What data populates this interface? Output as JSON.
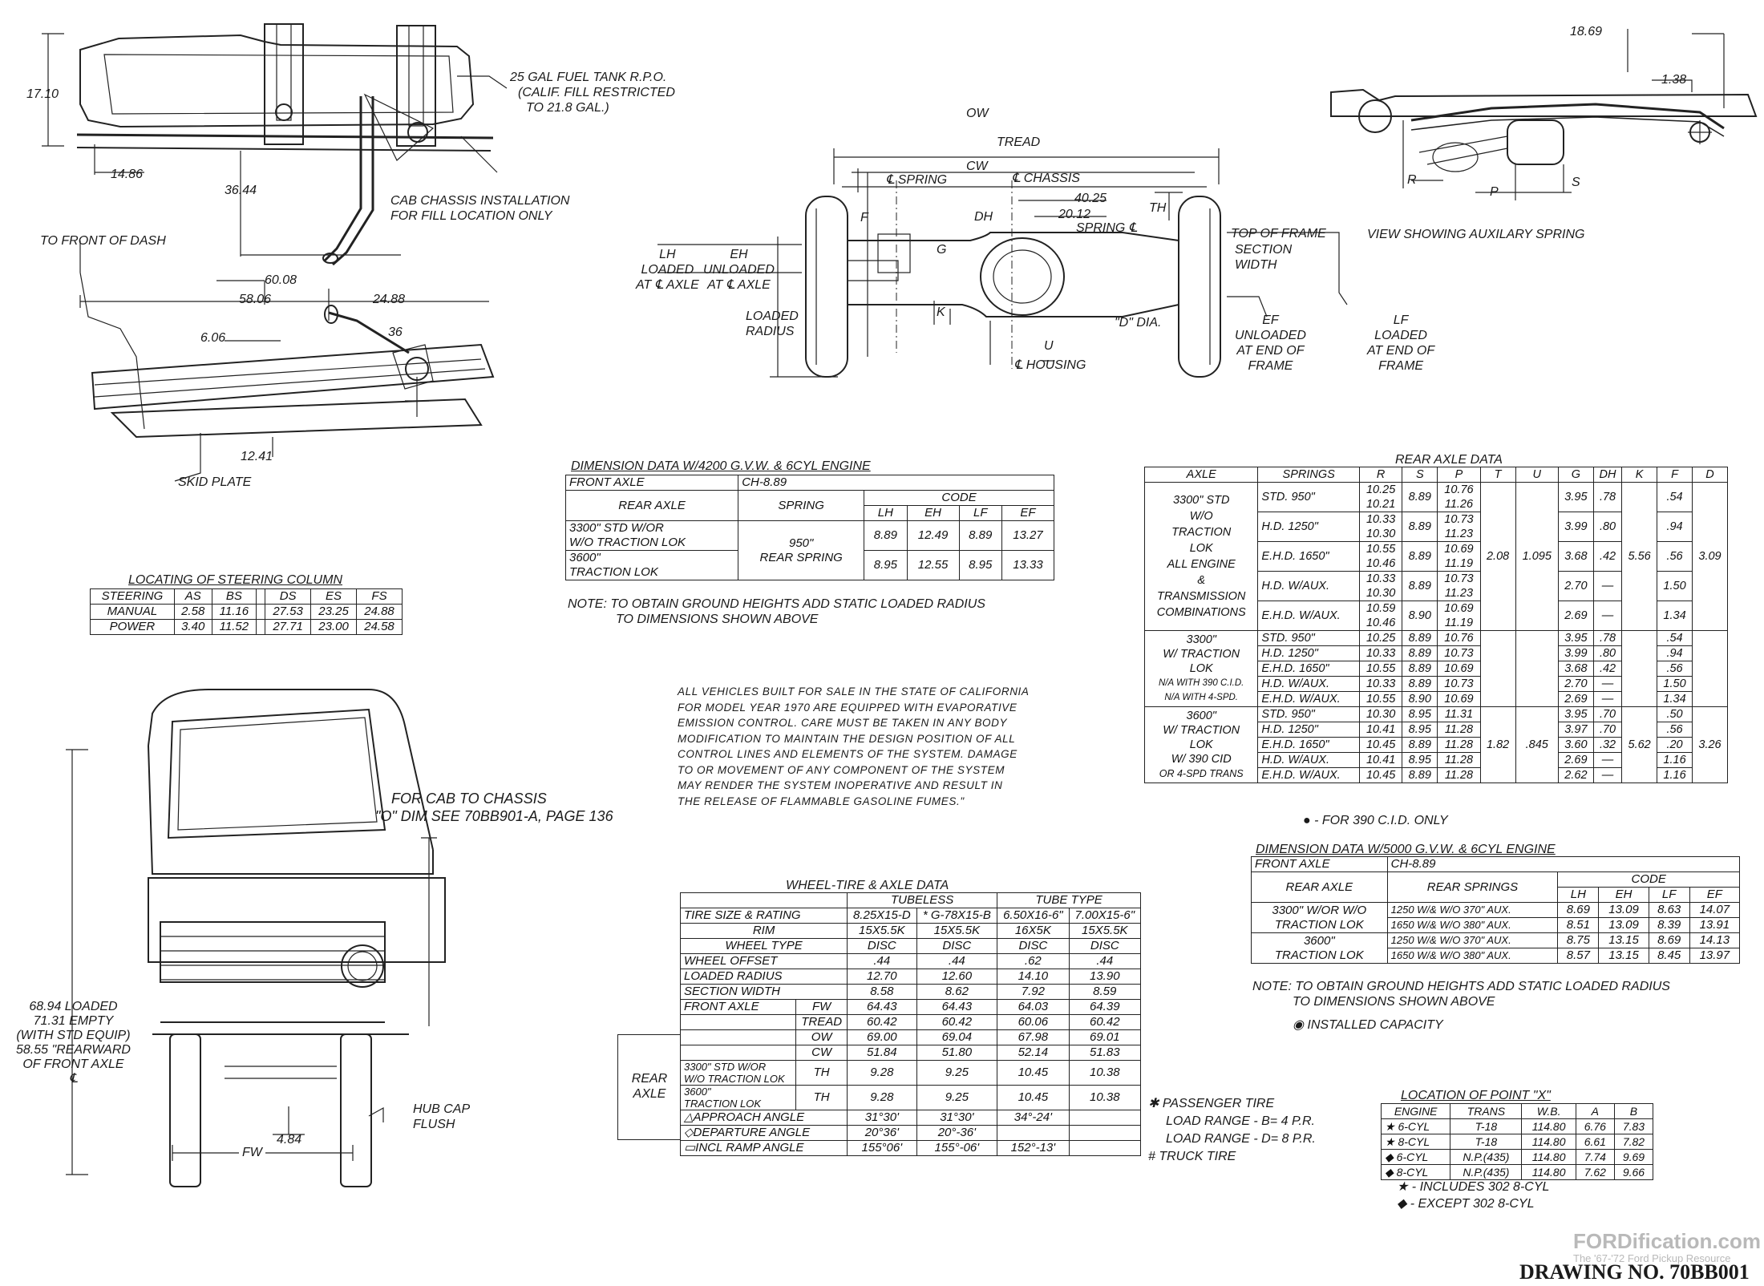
{
  "top_left": {
    "dim_1710": "17.10",
    "dim_1486": "14.86",
    "dim_3644": "36.44",
    "fuel_tank_note": [
      "25 GAL FUEL TANK R.P.O.",
      "(CALIF. FILL RESTRICTED",
      "TO 21.8 GAL.)"
    ],
    "cab_chassis_note": [
      "CAB CHASSIS INSTALLATION",
      "FOR FILL LOCATION ONLY"
    ],
    "front_of_dash": "TO FRONT OF DASH",
    "dim_6008": "60.08",
    "dim_5806": "58.06",
    "dim_2488": "24.88",
    "dim_606": "6.06",
    "dim_36": "36",
    "dim_1241": "12.41",
    "skid_plate": "SKID PLATE"
  },
  "rear_axle_view": {
    "ow": "OW",
    "tread": "TREAD",
    "cw": "CW",
    "spring_cl": "℄ SPRING",
    "chassis_cl": "℄ CHASSIS",
    "dh": "DH",
    "th": "TH",
    "dim_4025": "40.25",
    "dim_2012": "20.12",
    "spring_label": "SPRING ℄",
    "f": "F",
    "g": "G",
    "k": "K",
    "u": "U",
    "lh": [
      "LH",
      "LOADED",
      "AT ℄ AXLE"
    ],
    "eh": [
      "EH",
      "UNLOADED",
      "AT ℄ AXLE"
    ],
    "loaded_radius": [
      "LOADED",
      "RADIUS"
    ],
    "d_dia": "\"D\" DIA.",
    "housing": "℄ HOUSING",
    "top_of_frame": "TOP OF FRAME",
    "section_width": [
      "SECTION",
      "WIDTH"
    ],
    "ef": [
      "EF",
      "UNLOADED",
      "AT END OF",
      "FRAME"
    ],
    "lf": [
      "LF",
      "LOADED",
      "AT END OF",
      "FRAME"
    ]
  },
  "aux_spring_view": {
    "dim_1869": "18.69",
    "dim_138": "1.38",
    "r": "R",
    "p": "P",
    "s": "S",
    "caption": "VIEW SHOWING AUXILARY SPRING"
  },
  "steering_column": {
    "title": "LOCATING OF STEERING COLUMN",
    "headers": [
      "STEERING",
      "AS",
      "BS",
      "",
      "DS",
      "ES",
      "FS"
    ],
    "rows": [
      [
        "MANUAL",
        "2.58",
        "11.16",
        "",
        "27.53",
        "23.25",
        "24.88"
      ],
      [
        "POWER",
        "3.40",
        "11.52",
        "",
        "27.71",
        "23.00",
        "24.58"
      ]
    ]
  },
  "dim_4200": {
    "title": "DIMENSION DATA W/4200 G.V.W. & 6CYL ENGINE",
    "front_axle_label": "FRONT AXLE",
    "front_axle_value": "CH-8.89",
    "code_label": "CODE",
    "rear_axle_label": "REAR AXLE",
    "spring_label": "SPRING",
    "code_headers": [
      "LH",
      "EH",
      "LF",
      "EF"
    ],
    "row1_axle": [
      "3300\" STD W/OR",
      "W/O TRACTION LOK"
    ],
    "row2_axle": [
      "3600\"",
      "TRACTION LOK"
    ],
    "spring_value": [
      "950\"",
      "REAR SPRING"
    ],
    "row1_values": [
      "8.89",
      "12.49",
      "8.89",
      "13.27"
    ],
    "row2_values": [
      "8.95",
      "12.55",
      "8.95",
      "13.33"
    ],
    "note": [
      "NOTE: TO OBTAIN GROUND HEIGHTS ADD STATIC LOADED RADIUS",
      "TO DIMENSIONS SHOWN ABOVE"
    ]
  },
  "california_note": [
    "ALL VEHICLES BUILT FOR SALE IN THE STATE OF CALIFORNIA",
    "FOR MODEL YEAR 1970 ARE EQUIPPED WITH EVAPORATIVE",
    "EMISSION CONTROL.  CARE MUST BE TAKEN IN ANY BODY",
    "MODIFICATION TO MAINTAIN THE DESIGN POSITION OF ALL",
    "CONTROL LINES AND ELEMENTS OF THE SYSTEM.  DAMAGE",
    "TO OR MOVEMENT OF ANY COMPONENT OF THE SYSTEM",
    "MAY RENDER THE SYSTEM INOPERATIVE AND RESULT IN",
    "THE RELEASE OF FLAMMABLE GASOLINE FUMES.\""
  ],
  "rear_axle_data": {
    "title": "REAR AXLE DATA",
    "headers": [
      "AXLE",
      "SPRINGS",
      "R",
      "S",
      "P",
      "T",
      "U",
      "G",
      "DH",
      "K",
      "F",
      "D"
    ],
    "group1_axle": [
      "3300\" STD",
      "W/O",
      "TRACTION",
      "LOK",
      "ALL ENGINE",
      "&",
      "TRANSMISSION",
      "COMBINATIONS"
    ],
    "group1_rows": [
      {
        "spring": "STD.  950\"",
        "r": [
          "10.25",
          "10.21"
        ],
        "s": "8.89",
        "p": [
          "10.76",
          "11.26"
        ],
        "g": "3.95",
        "dh": ".78",
        "f": ".54"
      },
      {
        "spring": "H.D.  1250\"",
        "r": [
          "10.33",
          "10.30"
        ],
        "s": "8.89",
        "p": [
          "10.73",
          "11.23"
        ],
        "g": "3.99",
        "dh": ".80",
        "f": ".94"
      },
      {
        "spring": "E.H.D.  1650\"",
        "r": [
          "10.55",
          "10.46"
        ],
        "s": "8.89",
        "p": [
          "10.69",
          "11.19"
        ],
        "g": "3.68",
        "dh": ".42",
        "f": ".56"
      },
      {
        "spring": "H.D.  W/AUX.",
        "r": [
          "10.33",
          "10.30"
        ],
        "s": "8.89",
        "p": [
          "10.73",
          "11.23"
        ],
        "g": "2.70",
        "dh": "—",
        "f": "1.50"
      },
      {
        "spring": "E.H.D. W/AUX.",
        "r": [
          "10.59",
          "10.46"
        ],
        "s": "8.90",
        "p": [
          "10.69",
          "11.19"
        ],
        "g": "2.69",
        "dh": "—",
        "f": "1.34"
      }
    ],
    "group1_t": "2.08",
    "group1_u": "1.095",
    "group1_k": "5.56",
    "group1_d": "3.09",
    "group2_axle": [
      "3300\"",
      "W/ TRACTION",
      "LOK",
      "N/A WITH 390 C.I.D.",
      "N/A WITH 4-SPD."
    ],
    "group2_rows": [
      [
        "STD.  950\"",
        "10.25",
        "8.89",
        "10.76",
        "3.95",
        ".78",
        ".54"
      ],
      [
        "H.D.  1250\"",
        "10.33",
        "8.89",
        "10.73",
        "3.99",
        ".80",
        ".94"
      ],
      [
        "E.H.D. 1650\"",
        "10.55",
        "8.89",
        "10.69",
        "3.68",
        ".42",
        ".56"
      ],
      [
        "H.D.  W/AUX.",
        "10.33",
        "8.89",
        "10.73",
        "2.70",
        "—",
        "1.50"
      ],
      [
        "E.H.D.  W/AUX.",
        "10.55",
        "8.90",
        "10.69",
        "2.69",
        "—",
        "1.34"
      ]
    ],
    "group3_axle": [
      "3600\"",
      "W/ TRACTION",
      "LOK",
      "W/ 390 CID",
      "OR 4-SPD TRANS"
    ],
    "group3_rows": [
      [
        "STD.  950\"",
        "10.30",
        "8.95",
        "11.31",
        "3.95",
        ".70",
        ".50"
      ],
      [
        "H.D.  1250\"",
        "10.41",
        "8.95",
        "11.28",
        "3.97",
        ".70",
        ".56"
      ],
      [
        "E.H.D.  1650\"",
        "10.45",
        "8.89",
        "11.28",
        "3.60",
        ".32",
        ".20"
      ],
      [
        "H.D.  W/AUX.",
        "10.41",
        "8.95",
        "11.28",
        "2.69",
        "—",
        "1.16"
      ],
      [
        "E.H.D.  W/AUX.",
        "10.45",
        "8.89",
        "11.28",
        "2.62",
        "—",
        "1.16"
      ]
    ],
    "group3_t": "1.82",
    "group3_u": ".845",
    "group3_k": "5.62",
    "group3_d": "3.26",
    "footnote": "● - FOR 390 C.I.D. ONLY"
  },
  "front_view": {
    "cab_chassis_note": [
      "FOR CAB TO CHASSIS",
      "\"O\" DIM SEE 70BB901-A, PAGE 136"
    ],
    "height_note": [
      "68.94 LOADED",
      "71.31 EMPTY",
      "(WITH STD EQUIP)",
      "58.55 \"REARWARD",
      "OF FRONT AXLE",
      "℄"
    ],
    "hub_cap": [
      "HUB CAP",
      "FLUSH"
    ],
    "dim_484": "4.84",
    "fw": "FW"
  },
  "wheel_tire": {
    "title": "WHEEL-TIRE & AXLE DATA",
    "tubeless": "TUBELESS",
    "tube_type": "TUBE  TYPE",
    "rows": [
      {
        "label": "TIRE SIZE & RATING",
        "v": [
          "8.25X15-D",
          "* G-78X15-B",
          "6.50X16-6\"",
          "7.00X15-6\""
        ]
      },
      {
        "label": "RIM",
        "v": [
          "15X5.5K",
          "15X5.5K",
          "16X5K",
          "15X5.5K"
        ]
      },
      {
        "label": "WHEEL TYPE",
        "v": [
          "DISC",
          "DISC",
          "DISC",
          "DISC"
        ]
      },
      {
        "label": "WHEEL OFFSET",
        "v": [
          ".44",
          ".44",
          ".62",
          ".44"
        ]
      },
      {
        "label": "LOADED RADIUS",
        "v": [
          "12.70",
          "12.60",
          "14.10",
          "13.90"
        ]
      },
      {
        "label": "SECTION WIDTH",
        "v": [
          "8.58",
          "8.62",
          "7.92",
          "8.59"
        ]
      }
    ],
    "front_axle_label": "FRONT AXLE",
    "fw_label": "FW",
    "fw": [
      "64.43",
      "64.43",
      "64.03",
      "64.39"
    ],
    "rear_axle_label": [
      "REAR",
      "AXLE"
    ],
    "tread_label": "TREAD",
    "tread": [
      "60.42",
      "60.42",
      "60.06",
      "60.42"
    ],
    "ow_label": "OW",
    "ow": [
      "69.00",
      "69.04",
      "67.98",
      "69.01"
    ],
    "cw_label": "CW",
    "cw": [
      "51.84",
      "51.80",
      "52.14",
      "51.83"
    ],
    "th_label": "TH",
    "sub1": [
      "3300\" STD W/OR",
      "W/O TRACTION LOK"
    ],
    "th1": [
      "9.28",
      "9.25",
      "10.45",
      "10.38"
    ],
    "sub2": [
      "3600\"",
      "TRACTION LOK"
    ],
    "th2": [
      "9.28",
      "9.25",
      "10.45",
      "10.38"
    ],
    "angles": [
      {
        "label": "△APPROACH ANGLE",
        "v": [
          "31°30'",
          "31°30'",
          "34°-24'"
        ]
      },
      {
        "label": "◇DEPARTURE ANGLE",
        "v": [
          "20°36'",
          "20°-36'",
          ""
        ]
      },
      {
        "label": "▭INCL RAMP ANGLE",
        "v": [
          "155°06'",
          "155°-06'",
          "152°-13'"
        ]
      }
    ],
    "tire_notes": [
      "✱ PASSENGER TIRE",
      "LOAD RANGE - B= 4 P.R.",
      "LOAD RANGE - D= 8 P.R.",
      "# TRUCK TIRE"
    ]
  },
  "dim_5000": {
    "title": "DIMENSION DATA W/5000 G.V.W. & 6CYL ENGINE",
    "front_axle_label": "FRONT AXLE",
    "front_axle_value": "CH-8.89",
    "code_label": "CODE",
    "rear_axle_label": "REAR AXLE",
    "springs_label": "REAR SPRINGS",
    "code_headers": [
      "LH",
      "EH",
      "LF",
      "EF"
    ],
    "axle1": [
      "3300\" W/OR W/O",
      "TRACTION LOK"
    ],
    "axle2": [
      "3600\"",
      "TRACTION LOK"
    ],
    "rows": [
      [
        "1250 W/& W/O 370\" AUX.",
        "8.69",
        "13.09",
        "8.63",
        "14.07"
      ],
      [
        "1650 W/& W/O 380\" AUX.",
        "8.51",
        "13.09",
        "8.39",
        "13.91"
      ],
      [
        "1250 W/& W/O 370\" AUX.",
        "8.75",
        "13.15",
        "8.69",
        "14.13"
      ],
      [
        "1650 W/& W/O 380\" AUX.",
        "8.57",
        "13.15",
        "8.45",
        "13.97"
      ]
    ],
    "note": [
      "NOTE: TO OBTAIN GROUND HEIGHTS ADD STATIC LOADED RADIUS",
      "TO DIMENSIONS SHOWN ABOVE"
    ],
    "installed": "◉ INSTALLED CAPACITY"
  },
  "point_x": {
    "title": "LOCATION OF POINT \"X\"",
    "headers": [
      "ENGINE",
      "TRANS",
      "W.B.",
      "A",
      "B"
    ],
    "rows": [
      [
        "★ 6-CYL",
        "T-18",
        "114.80",
        "6.76",
        "7.83"
      ],
      [
        "★ 8-CYL",
        "T-18",
        "114.80",
        "6.61",
        "7.82"
      ],
      [
        "◆ 6-CYL",
        "N.P.(435)",
        "114.80",
        "7.74",
        "9.69"
      ],
      [
        "◆ 8-CYL",
        "N.P.(435)",
        "114.80",
        "7.62",
        "9.66"
      ]
    ],
    "foot1": "★ - INCLUDES  302  8-CYL",
    "foot2": "◆ - EXCEPT   302  8-CYL"
  },
  "watermark": {
    "site": "FORDification.com",
    "tagline": "The '67-'72 Ford Pickup Resource"
  },
  "drawing_number": "DRAWING NO. 70BB001"
}
